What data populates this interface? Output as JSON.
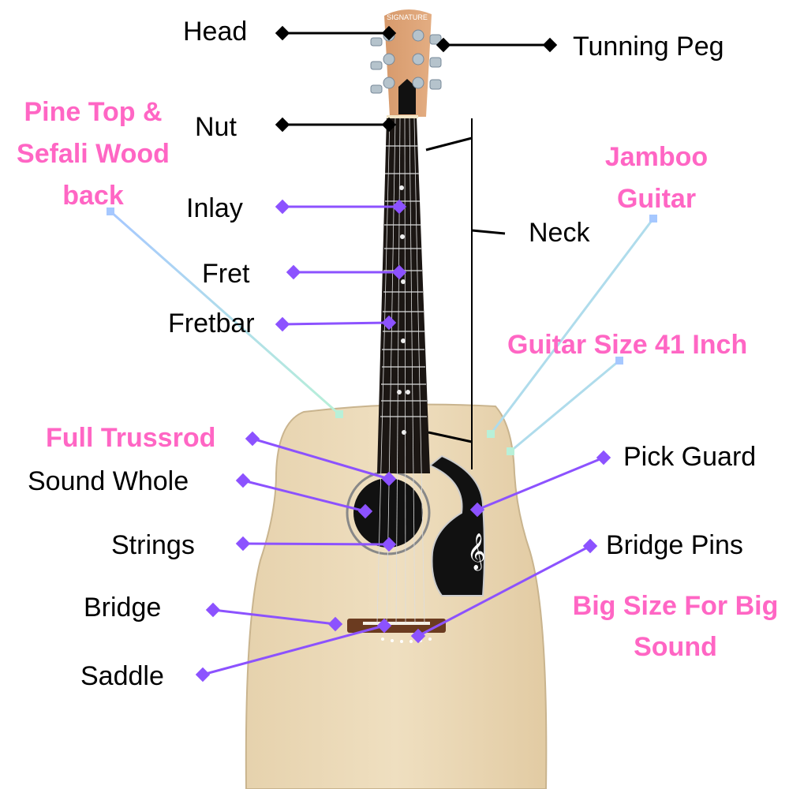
{
  "headstock_brand": "SIGNATURE",
  "labels": {
    "head": "Head",
    "tuning_peg": "Tunning Peg",
    "nut": "Nut",
    "inlay": "Inlay",
    "fret": "Fret",
    "fretbar": "Fretbar",
    "neck": "Neck",
    "sound_hole": "Sound Whole",
    "strings": "Strings",
    "bridge": "Bridge",
    "saddle": "Saddle",
    "pick_guard": "Pick Guard",
    "bridge_pins": "Bridge Pins"
  },
  "features": {
    "pine_top_1": "Pine Top &",
    "pine_top_2": "Sefali Wood",
    "pine_top_3": "back",
    "jamboo_1": "Jamboo",
    "jamboo_2": "Guitar",
    "size": "Guitar Size 41 Inch",
    "trussrod": "Full Trussrod",
    "big_1": "Big Size For Big",
    "big_2": "Sound"
  },
  "colors": {
    "feature_text": "#ff66c4",
    "pointer_purple": "#8c52ff",
    "pointer_blue": "#a6c8ff",
    "pointer_black": "#000000"
  }
}
